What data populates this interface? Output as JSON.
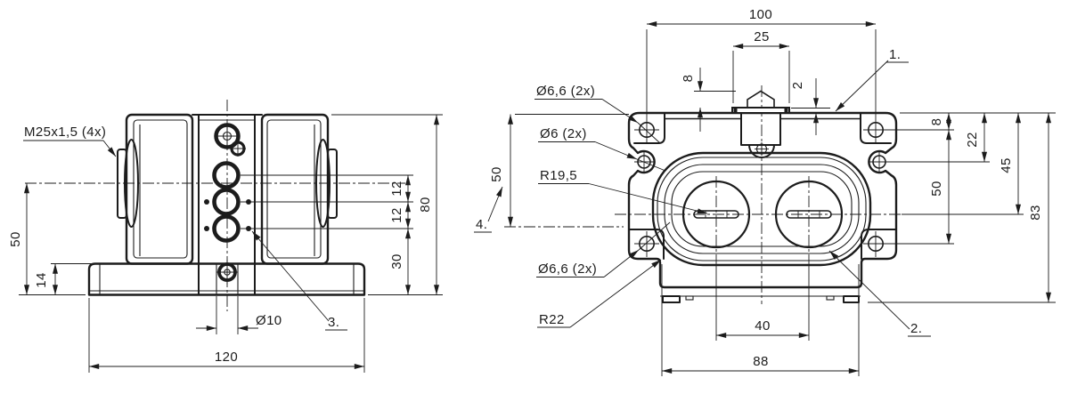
{
  "drawing": {
    "background": "#ffffff",
    "line_color": "#1c1c1c",
    "front_view": {
      "notes": {
        "gland": "M25x1,5 (4x)",
        "callout_3": "3."
      },
      "dims": {
        "height_50": "50",
        "base_height_14": "14",
        "width_120": "120",
        "hole_dia_10": "Ø10",
        "pitch_12_a": "12",
        "pitch_12_b": "12",
        "offset_30": "30",
        "height_80": "80"
      }
    },
    "top_view": {
      "notes": {
        "callout_1": "1.",
        "callout_2": "2.",
        "callout_4": "4.",
        "hole_top": "Ø6,6 (2x)",
        "hole_small": "Ø6 (2x)",
        "radius_inner": "R19,5",
        "hole_bottom": "Ø6,6 (2x)",
        "radius_outer": "R22"
      },
      "dims": {
        "width_100": "100",
        "latch_width_25": "25",
        "latch_height_8": "8",
        "flange_thk_2": "2",
        "edge_offset_8": "8",
        "hole_offset_22": "22",
        "center_offset_45": "45",
        "hole_pitch_50": "50",
        "height_83": "83",
        "side_50": "50",
        "slot_pitch_40": "40",
        "base_width_88": "88"
      }
    }
  }
}
